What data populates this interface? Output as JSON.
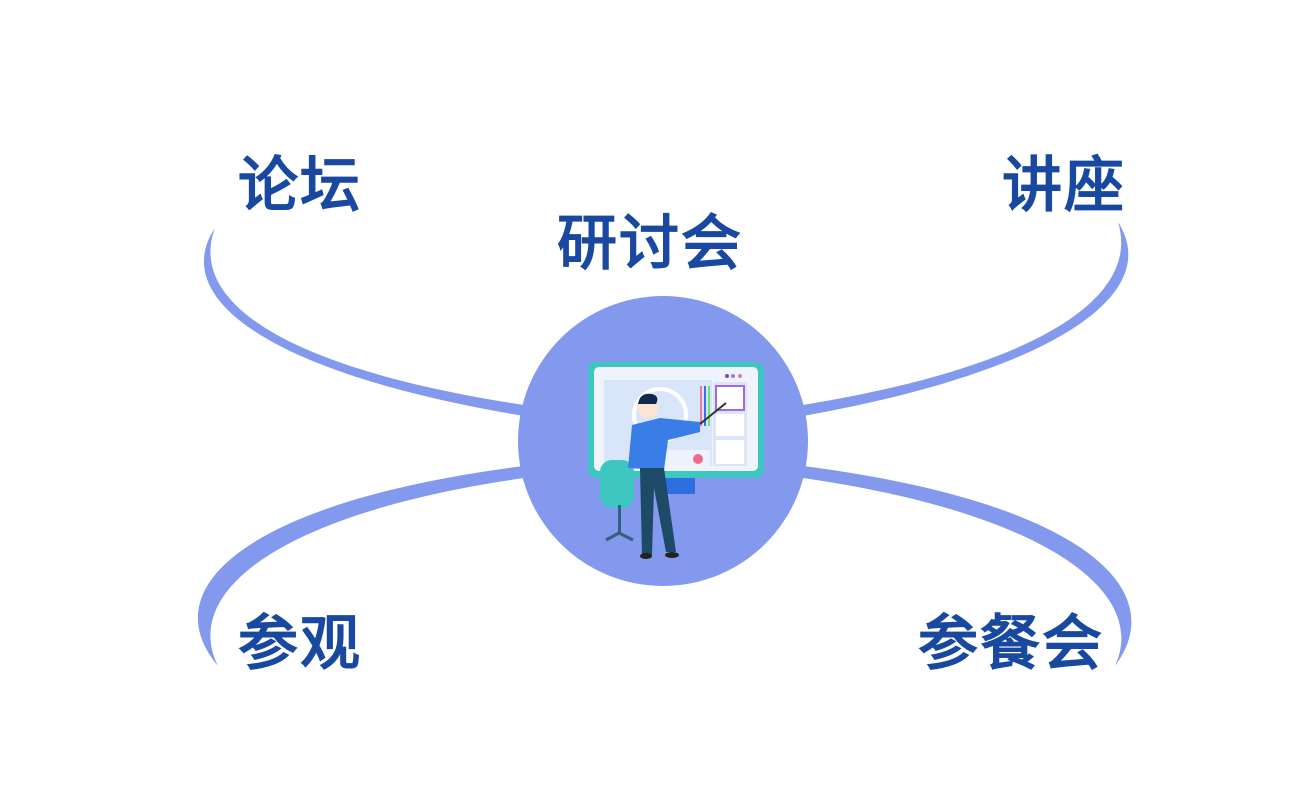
{
  "center": {
    "label": "研讨会",
    "icon": "presenter-at-screen-illustration"
  },
  "branches": [
    {
      "label": "论坛",
      "position": "top-left"
    },
    {
      "label": "讲座",
      "position": "top-right"
    },
    {
      "label": "参观",
      "position": "bottom-left"
    },
    {
      "label": "参餐会",
      "position": "bottom-right"
    }
  ],
  "colors": {
    "accent": "#8299ee",
    "text": "#1848a0"
  }
}
